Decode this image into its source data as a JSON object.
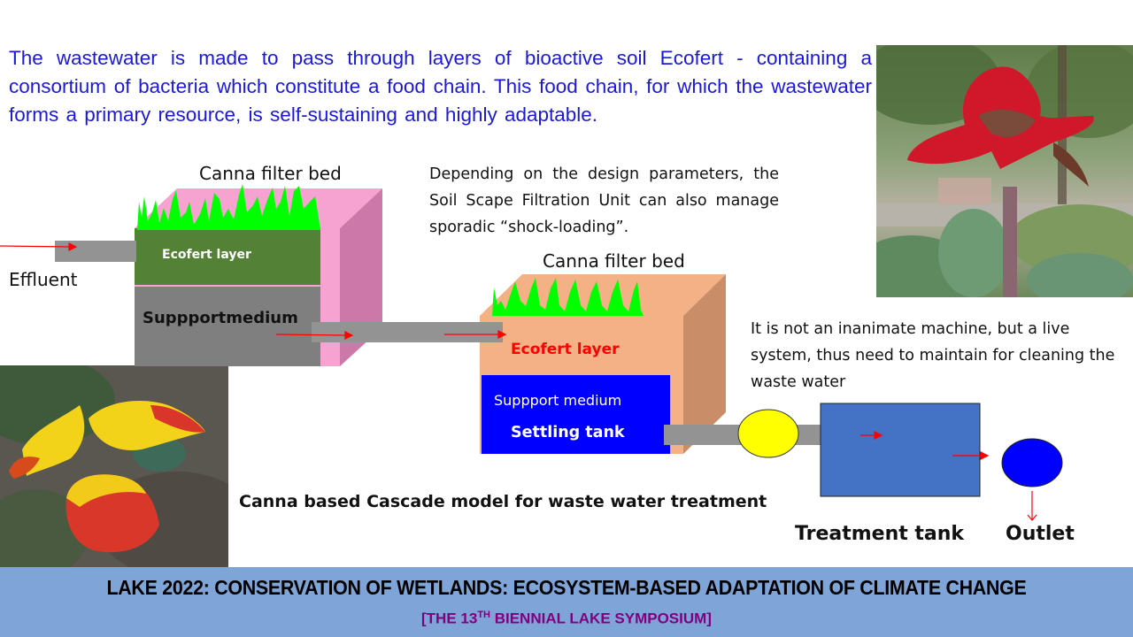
{
  "intro_text": "The wastewater is made to pass through layers of bioactive soil Ecofert - containing a consortium of bacteria which constitute a food chain. This food chain, for which the wastewater forms a primary resource, is self-sustaining and highly adaptable.",
  "note_shock_loading": "Depending on the design parameters, the Soil Scape Filtration Unit can also manage sporadic “shock-loading”.",
  "note_live_system": "It is not an inanimate machine, but a live system, thus need to maintain for cleaning the waste water",
  "diagram": {
    "caption": "Canna based Cascade model  for waste water  treatment",
    "effluent_label": "Effluent",
    "filter_bed_1": {
      "title": "Canna  filter bed",
      "top_layer": "Ecofert layer",
      "bottom_layer": "Suppportmedium"
    },
    "filter_bed_2": {
      "title": "Canna  filter bed",
      "top_layer": "Ecofert layer",
      "inner_label_1": "Suppport medium",
      "inner_label_2": "Settling  tank"
    },
    "treatment_tank_label": "Treatment tank",
    "outlet_label": "Outlet",
    "colors": {
      "pipe": "#939393",
      "bed1_face": "#f7a3d2",
      "bed1_side": "#cc78a8",
      "ecofert_green": "#538135",
      "support_gray": "#7f7f7f",
      "bed2_face": "#f3b185",
      "bed2_side": "#c98d68",
      "settling_blue": "#0000ff",
      "treatment_tank": "#4472c4",
      "pump": "#ffff00",
      "outlet": "#0000ff",
      "grass": "#00ff00",
      "arrow": "#ff0000"
    }
  },
  "photos": {
    "red_canna": "red-canna-flower-photo",
    "yellow_canna": "yellow-canna-flower-photo"
  },
  "footer": {
    "title": "LAKE 2022: CONSERVATION OF WETLANDS: ECOSYSTEM-BASED ADAPTATION OF CLIMATE CHANGE",
    "subtitle_pre": "[THE 13",
    "subtitle_sup": "TH",
    "subtitle_post": " BIENNIAL LAKE SYMPOSIUM]"
  }
}
